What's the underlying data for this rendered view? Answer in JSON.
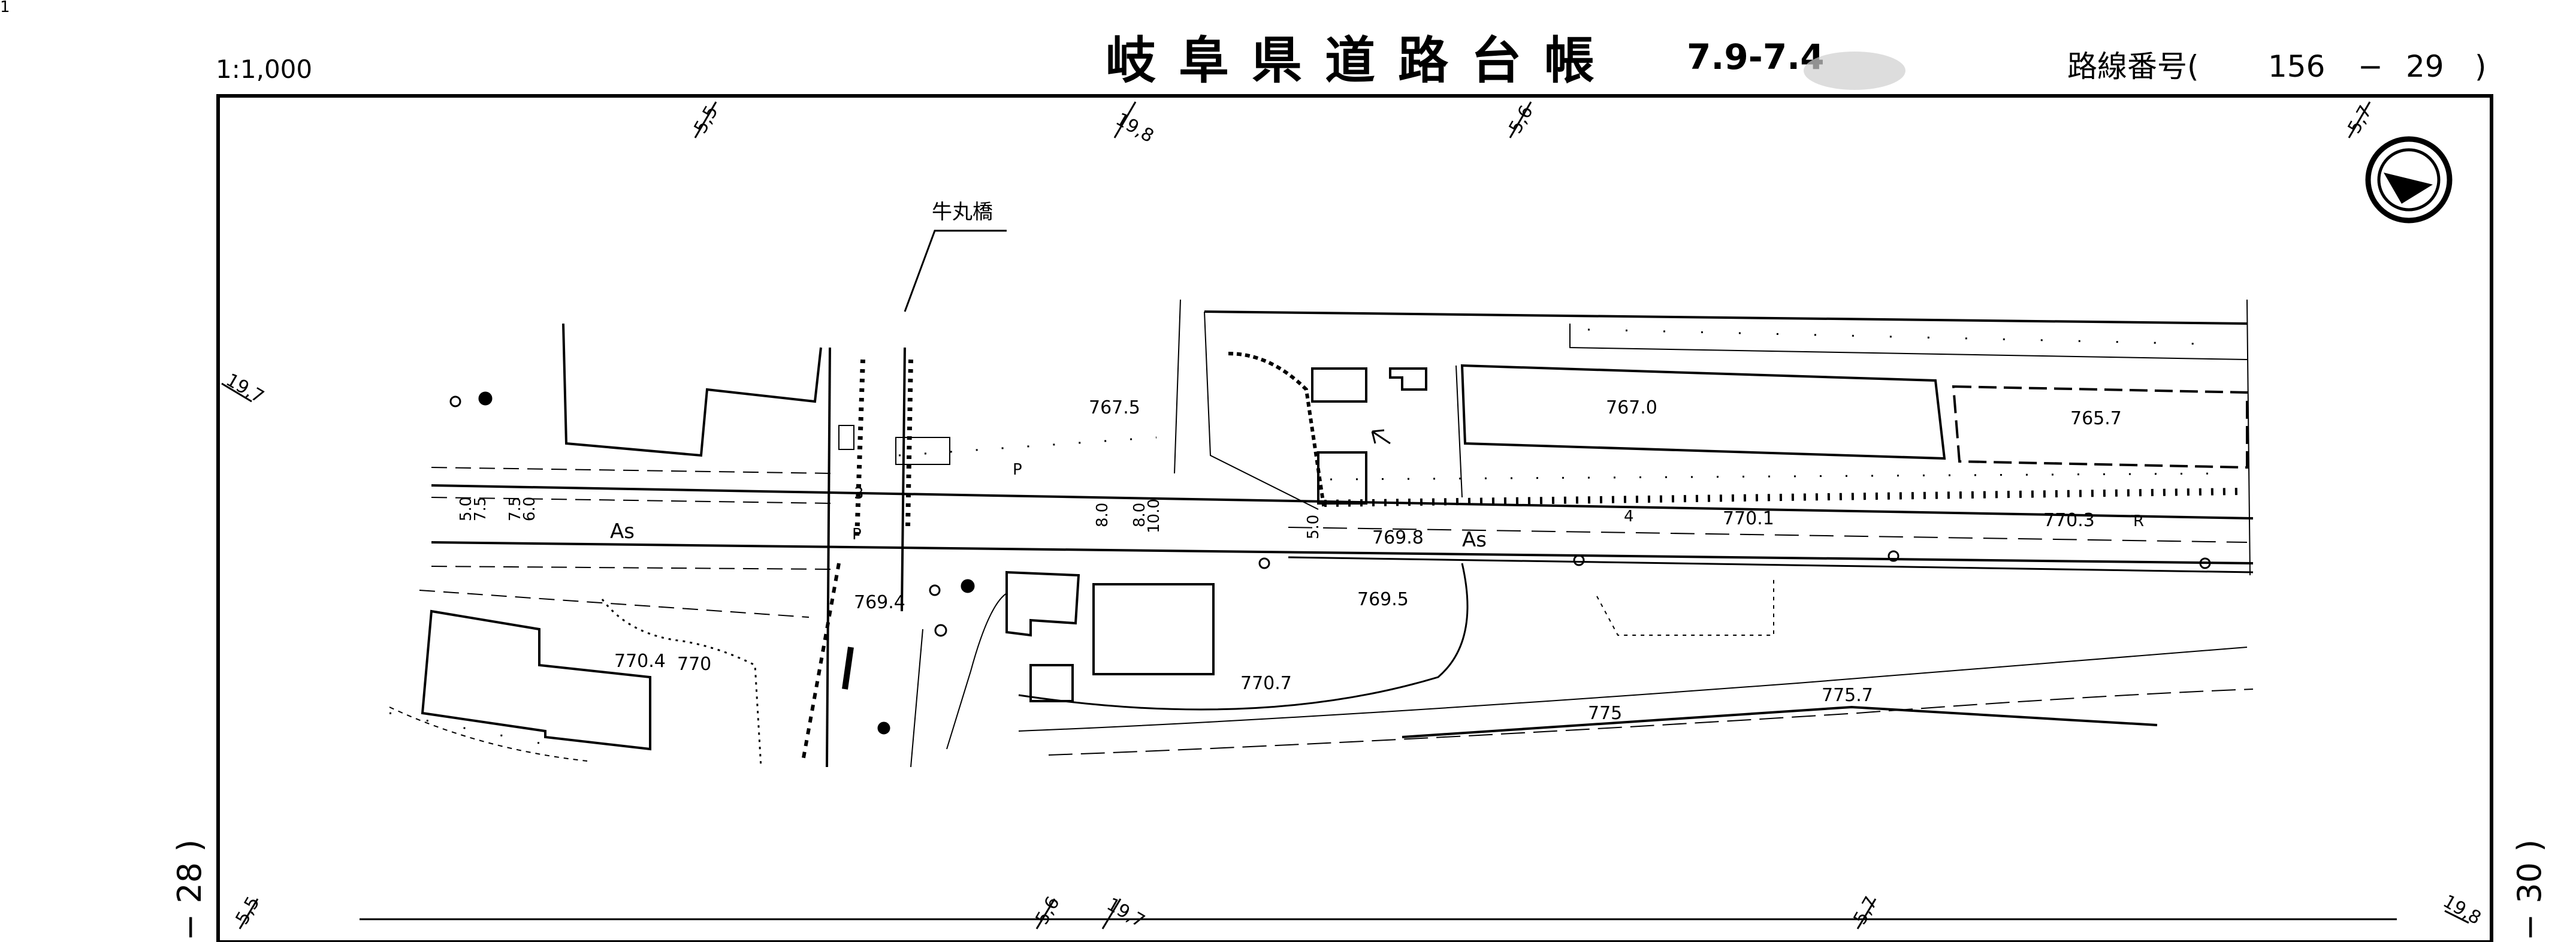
{
  "header": {
    "scale": "1:1,000",
    "title": "岐阜県道路台帳",
    "date_stamp": "7.9-7.4",
    "route_label": "路線番号(",
    "route_number_a": "156",
    "route_dash": "−",
    "route_number_b": "29",
    "route_close": ")"
  },
  "margins": {
    "left_sheet": "− 28 )",
    "right_sheet": "− 30 )",
    "corner_mark": "1"
  },
  "map": {
    "bridge_name": "牛丸橋",
    "road_surface_1": "As",
    "road_surface_2": "As",
    "lane_marks": {
      "p_top": "P",
      "p_bottom": "P",
      "bridge_no": "3",
      "r": "R",
      "n4": "4"
    },
    "elevations": [
      "767.5",
      "767.0",
      "765.7",
      "769.8",
      "770.1",
      "770.3",
      "769.4",
      "769.5",
      "770.4",
      "770",
      "770.7",
      "775",
      "775.7"
    ],
    "width_marks": {
      "left_a": [
        "5.0",
        "7.5",
        "7.5",
        "6.0"
      ],
      "mid": [
        "8.0",
        "8.0",
        "10.0"
      ],
      "right": "5.0"
    },
    "sheet_ticks": {
      "top": [
        "5,5",
        "19,8",
        "5,6",
        "5,7"
      ],
      "left": "19,7",
      "bottom": [
        "5,5",
        "5,6",
        "19,7",
        "5,7",
        "19,8"
      ]
    }
  }
}
